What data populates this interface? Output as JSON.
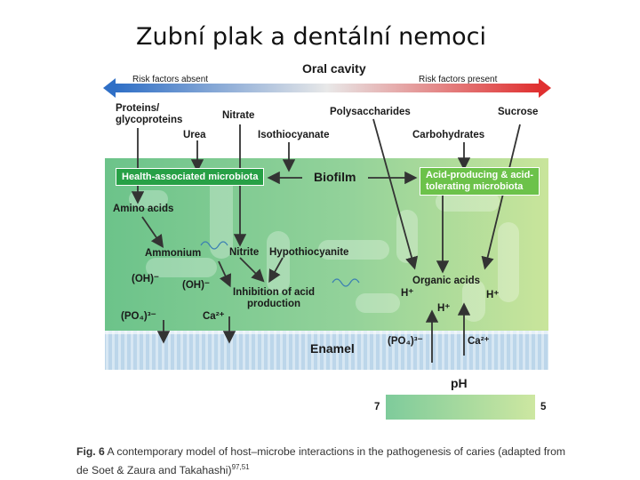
{
  "title": "Zubní plak a dentální nemoci",
  "diagram": {
    "header": {
      "center": "Oral cavity",
      "left": "Risk factors absent",
      "right": "Risk factors present"
    },
    "inputs": {
      "proteins": "Proteins/\nglycoproteins",
      "urea": "Urea",
      "nitrate": "Nitrate",
      "isothiocyanate": "Isothiocyanate",
      "polysaccharides": "Polysaccharides",
      "carbohydrates": "Carbohydrates",
      "sucrose": "Sucrose"
    },
    "biofilm": {
      "label": "Biofilm",
      "health_microbiota": "Health-associated microbiota",
      "acid_microbiota": "Acid-producing & acid-\ntolerating microbiota",
      "amino_acids": "Amino acids",
      "ammonium": "Ammonium",
      "nitrite": "Nitrite",
      "hypothiocyanite": "Hypothiocyanite",
      "oh1": "(OH)⁻",
      "oh2": "(OH)⁻",
      "inhibition": "Inhibition of acid\nproduction",
      "po4_left": "(PO₄)³⁻",
      "ca_left": "Ca²⁺",
      "organic_acids": "Organic acids",
      "h1": "H⁺",
      "h2": "H⁺",
      "h3": "H⁺"
    },
    "enamel": {
      "label": "Enamel",
      "po4_right": "(PO₄)³⁻",
      "ca_right": "Ca²⁺"
    },
    "ph_scale": {
      "label": "pH",
      "left": "7",
      "right": "5"
    }
  },
  "caption": {
    "fig": "Fig. 6",
    "text": "A contemporary model of host–microbe interactions in the pathogenesis of caries (adapted from de Soet & Zaura and Takahashi)",
    "refs": "97,51"
  }
}
